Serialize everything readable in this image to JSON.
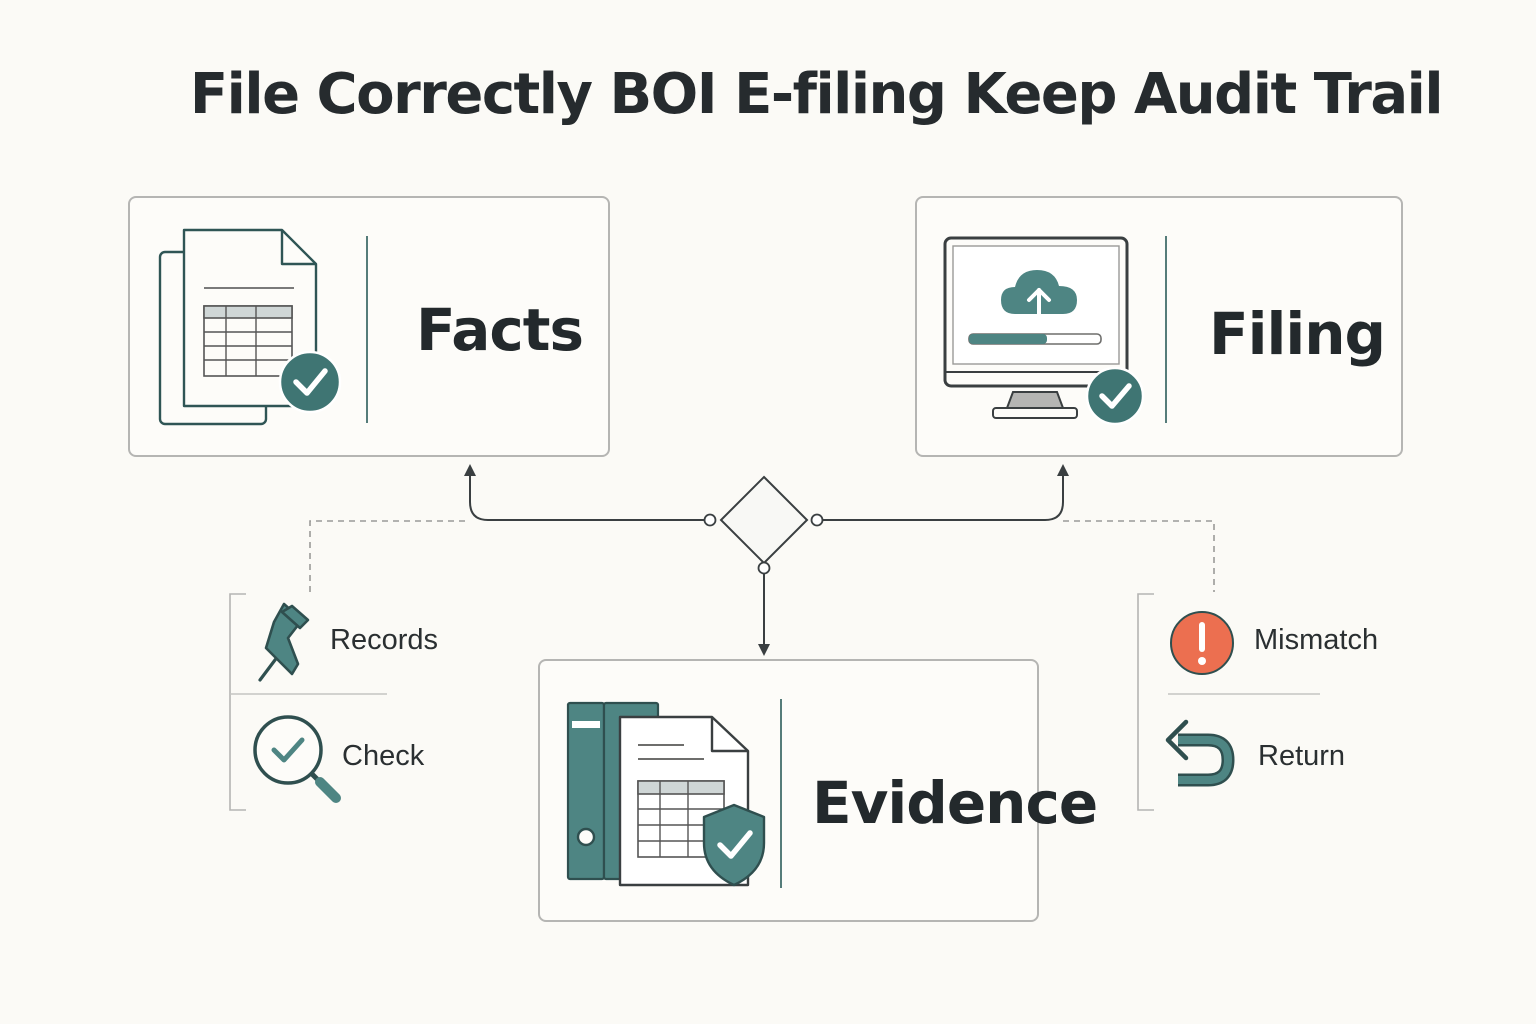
{
  "title": "File Correctly BOI E-filing Keep Audit Trail",
  "cards": {
    "facts": {
      "label": "Facts",
      "icon": "document-table-check-icon"
    },
    "filing": {
      "label": "Filing",
      "icon": "monitor-cloud-upload-icon"
    },
    "evidence": {
      "label": "Evidence",
      "icon": "binder-document-shield-icon"
    }
  },
  "left_panel": {
    "items": [
      {
        "label": "Records",
        "icon": "pushpin-icon"
      },
      {
        "label": "Check",
        "icon": "magnifier-check-icon"
      }
    ]
  },
  "right_panel": {
    "items": [
      {
        "label": "Mismatch",
        "icon": "alert-icon"
      },
      {
        "label": "Return",
        "icon": "return-arrow-icon"
      }
    ]
  },
  "colors": {
    "accent": "#4e8583",
    "dark_accent": "#2f4f4f",
    "alert": "#ec6f50",
    "border": "#b5b5b3",
    "background": "#fbfaf6"
  }
}
